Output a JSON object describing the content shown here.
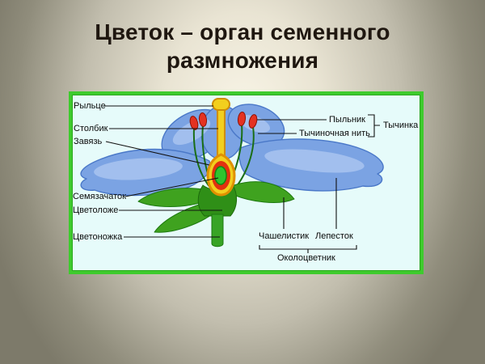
{
  "slide": {
    "title_lines": [
      "Цветок – орган семенного",
      "размножения"
    ]
  },
  "diagram": {
    "labels": {
      "stigma": "Рыльце",
      "style": "Столбик",
      "ovary": "Завязь",
      "ovule": "Семязачаток",
      "receptacle": "Цветоложе",
      "pedicel": "Цветоножка",
      "anther": "Пыльник",
      "filament": "Тычиночная нить",
      "stamen": "Тычинка",
      "sepal": "Чашелистик",
      "petal": "Лепесток",
      "perianth": "Околоцветник"
    },
    "colors": {
      "frame_border": "#3ecb2d",
      "frame_background": "#e6fbfa",
      "petal_blue": "#7ba3e3",
      "petal_outline": "#4a78c8",
      "pistil_yellow": "#f2cf1e",
      "pistil_outline": "#d08b05",
      "ovary_ring_red": "#e23110",
      "ovule_green": "#2fc42f",
      "anther_red": "#e43222",
      "leaf_green": "#3fa21f",
      "stem_green": "#38a426"
    }
  }
}
